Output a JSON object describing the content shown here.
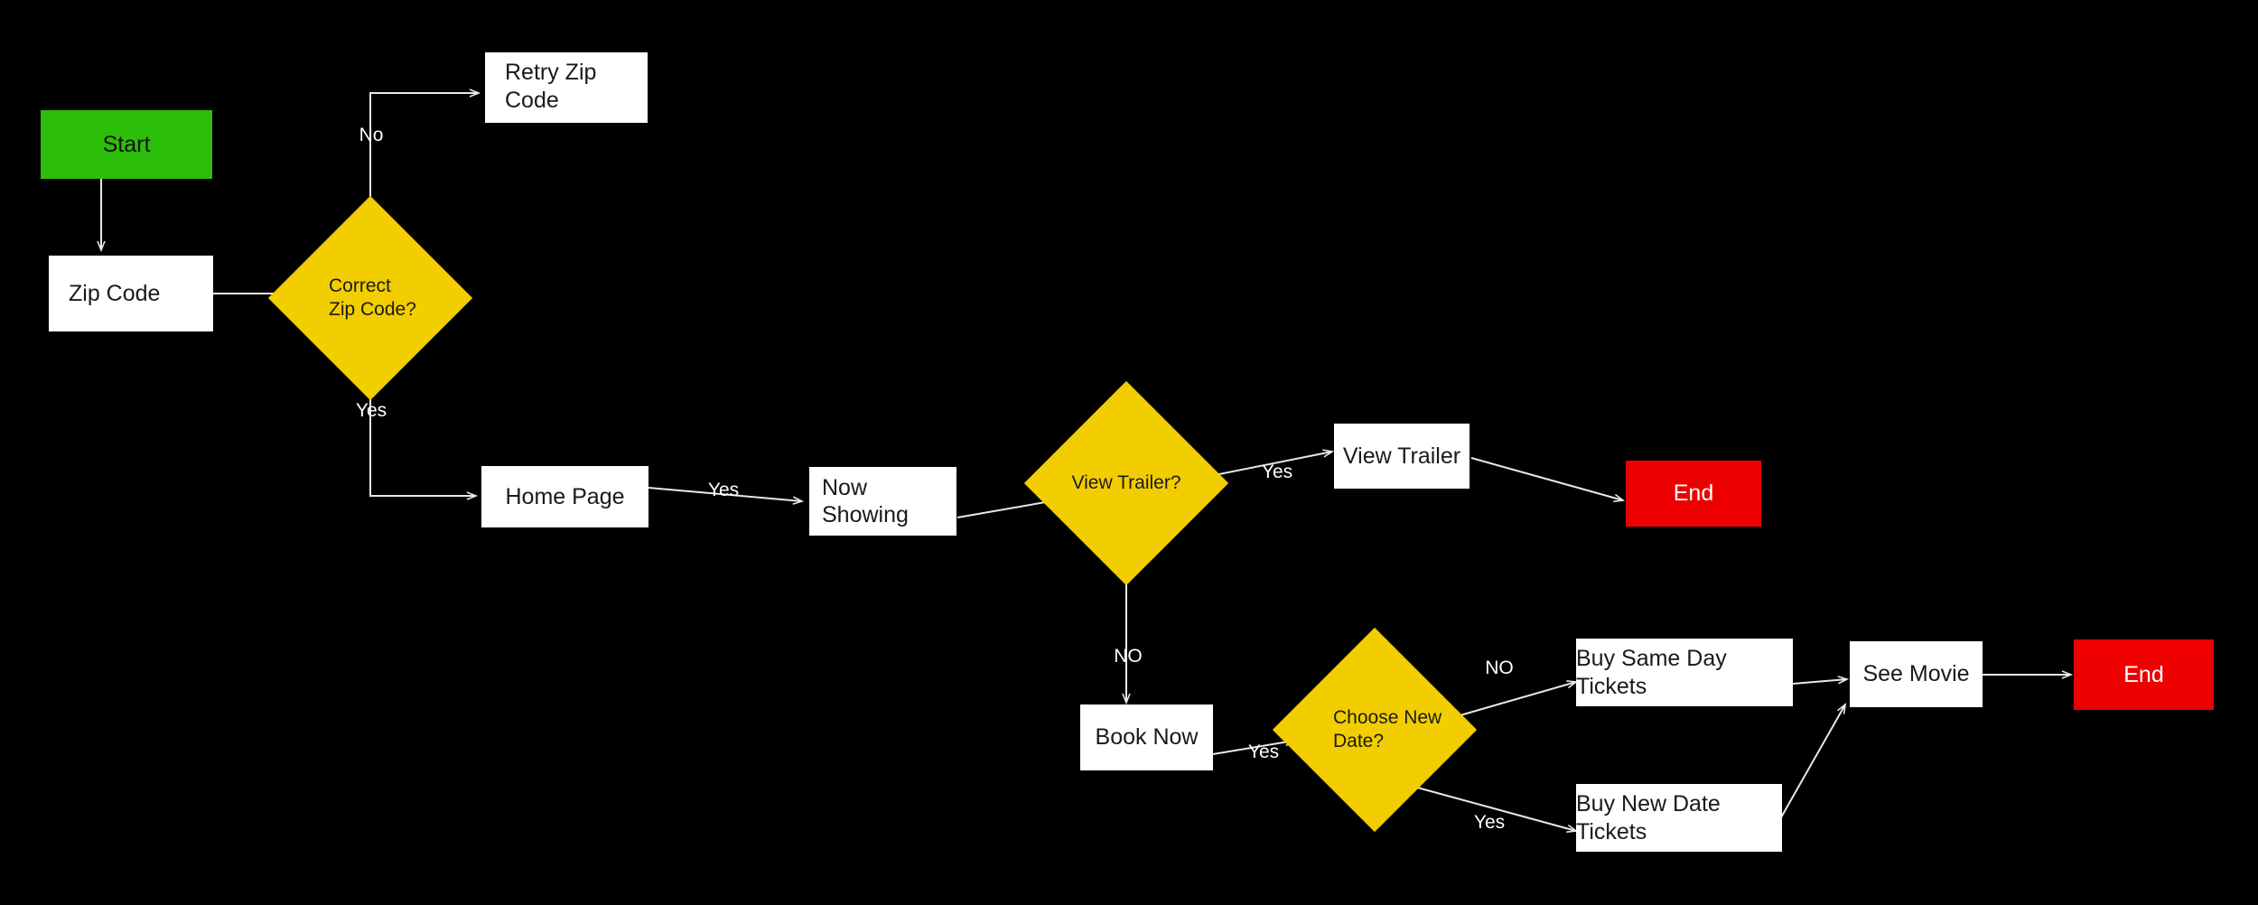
{
  "diagram": {
    "title": "Movie Ticket Booking Flowchart",
    "background_color": "#000000",
    "colors": {
      "start": "#2CBE08",
      "end": "#EE0000",
      "decision": "#F2CD00",
      "process": "#FFFFFF",
      "edge": "#E8E8E8",
      "label_text": "#FFFFFF"
    }
  },
  "nodes": {
    "start": {
      "label": "Start",
      "shape": "terminator",
      "color": "#2CBE08"
    },
    "zip_code": {
      "label": "Zip Code",
      "shape": "process",
      "color": "#FFFFFF"
    },
    "retry_zip_code": {
      "label": "Retry Zip Code",
      "shape": "process",
      "color": "#FFFFFF"
    },
    "correct_zip_code": {
      "label": "Correct\nZip Code?",
      "shape": "decision",
      "color": "#F2CD00"
    },
    "home_page": {
      "label": "Home Page",
      "shape": "process",
      "color": "#FFFFFF"
    },
    "now_showing": {
      "label": "Now Showing",
      "shape": "process",
      "color": "#FFFFFF"
    },
    "view_trailer_decision": {
      "label": "View Trailer?",
      "shape": "decision",
      "color": "#F2CD00"
    },
    "view_trailer": {
      "label": "View Trailer",
      "shape": "process",
      "color": "#FFFFFF"
    },
    "end_top": {
      "label": "End",
      "shape": "terminator",
      "color": "#EE0000"
    },
    "book_now": {
      "label": "Book Now",
      "shape": "process",
      "color": "#FFFFFF"
    },
    "choose_new_date": {
      "label": "Choose New\nDate?",
      "shape": "decision",
      "color": "#F2CD00"
    },
    "buy_same_day_tickets": {
      "label": "Buy Same Day Tickets",
      "shape": "process",
      "color": "#FFFFFF"
    },
    "buy_new_date_tickets": {
      "label": "Buy New Date Tickets",
      "shape": "process",
      "color": "#FFFFFF"
    },
    "see_movie": {
      "label": "See Movie",
      "shape": "process",
      "color": "#FFFFFF"
    },
    "end_bottom": {
      "label": "End",
      "shape": "terminator",
      "color": "#EE0000"
    }
  },
  "edge_labels": {
    "no_retry": "No",
    "yes_home": "Yes",
    "yes_now_showing": "Yes",
    "yes_view_trailer": "Yes",
    "no_book_now": "NO",
    "yes_choose_date": "Yes",
    "no_same_day": "NO",
    "yes_new_date": "Yes"
  },
  "edges": [
    {
      "from": "start",
      "to": "zip_code",
      "label": ""
    },
    {
      "from": "zip_code",
      "to": "correct_zip_code",
      "label": ""
    },
    {
      "from": "correct_zip_code",
      "to": "retry_zip_code",
      "label": "No"
    },
    {
      "from": "correct_zip_code",
      "to": "home_page",
      "label": "Yes"
    },
    {
      "from": "home_page",
      "to": "now_showing",
      "label": "Yes"
    },
    {
      "from": "now_showing",
      "to": "view_trailer_decision",
      "label": ""
    },
    {
      "from": "view_trailer_decision",
      "to": "view_trailer",
      "label": "Yes"
    },
    {
      "from": "view_trailer",
      "to": "end_top",
      "label": ""
    },
    {
      "from": "view_trailer_decision",
      "to": "book_now",
      "label": "NO"
    },
    {
      "from": "book_now",
      "to": "choose_new_date",
      "label": "Yes"
    },
    {
      "from": "choose_new_date",
      "to": "buy_same_day_tickets",
      "label": "NO"
    },
    {
      "from": "choose_new_date",
      "to": "buy_new_date_tickets",
      "label": "Yes"
    },
    {
      "from": "buy_same_day_tickets",
      "to": "see_movie",
      "label": ""
    },
    {
      "from": "buy_new_date_tickets",
      "to": "see_movie",
      "label": ""
    },
    {
      "from": "see_movie",
      "to": "end_bottom",
      "label": ""
    }
  ]
}
